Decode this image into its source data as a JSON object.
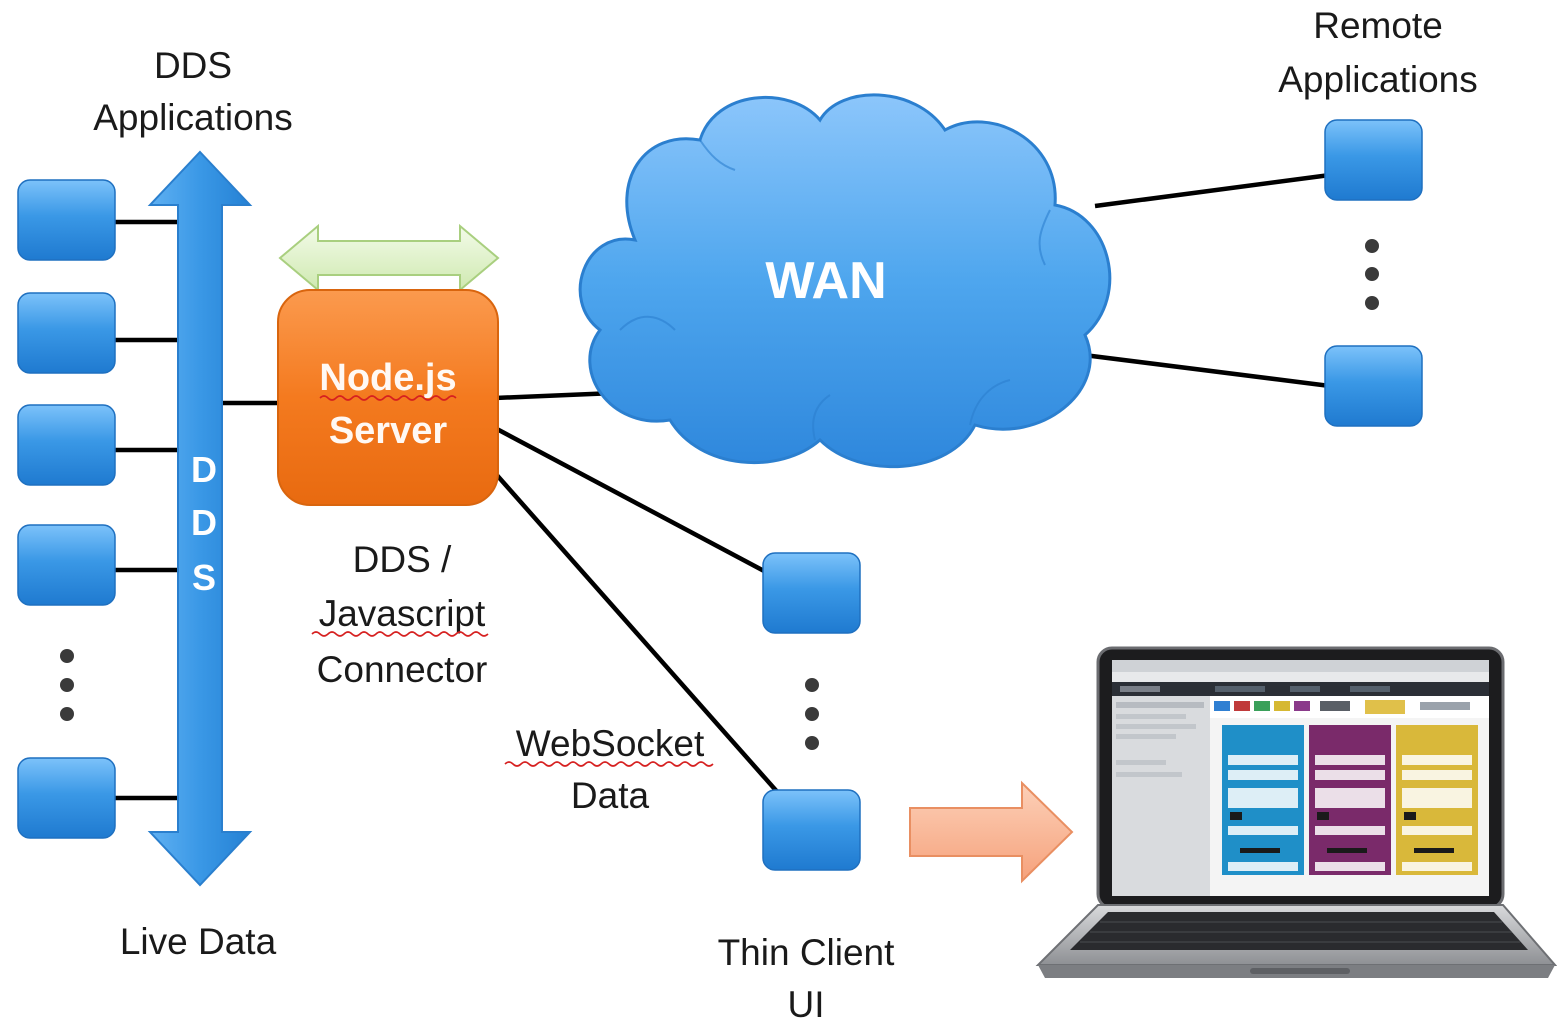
{
  "labels": {
    "dds_apps_line1": "DDS",
    "dds_apps_line2": "Applications",
    "remote_line1": "Remote",
    "remote_line2": "Applications",
    "wan": "WAN",
    "node_line1": "Node.js",
    "node_line2": "Server",
    "bus_letters": [
      "D",
      "D",
      "S"
    ],
    "connector_line1": "DDS /",
    "connector_line2": "Javascript",
    "connector_line3": "Connector",
    "websocket_line1": "WebSocket",
    "websocket_line2": "Data",
    "live_data": "Live Data",
    "thin_client_line1": "Thin Client",
    "thin_client_line2": "UI"
  },
  "colors": {
    "node_box": "#f47a1f",
    "app_box": "#2a8fe0",
    "cloud": "#4ca3ee",
    "bus_arrow": "#2f8fde",
    "green_arrow": "#dff2c8",
    "peach_arrow": "#f9b896"
  }
}
